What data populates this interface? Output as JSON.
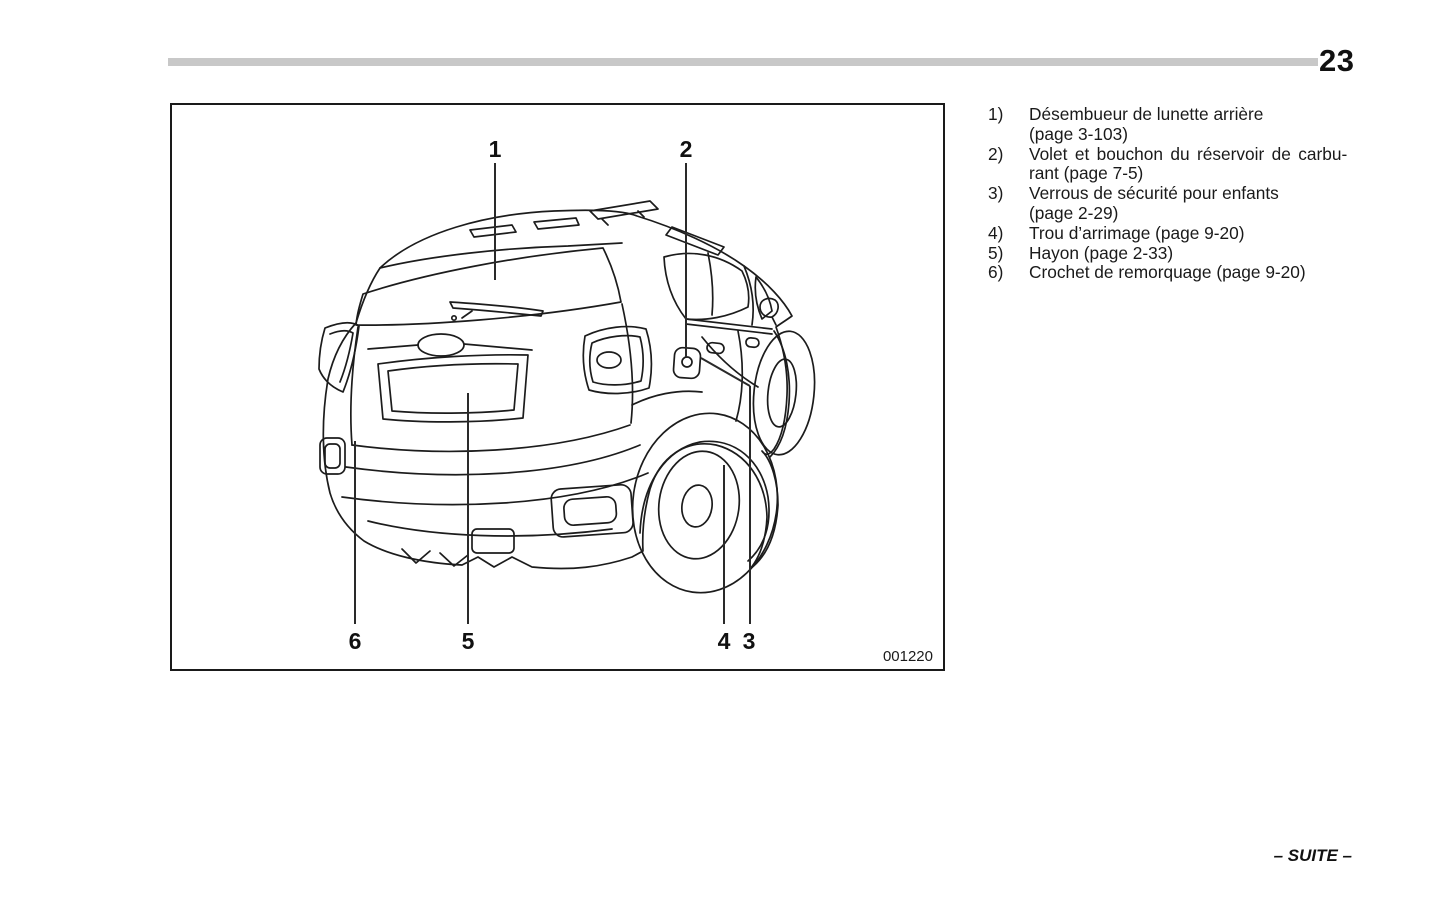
{
  "page": {
    "number": "23",
    "footer_label": "– SUITE –"
  },
  "figure": {
    "code": "001220",
    "callouts": [
      "1",
      "2",
      "3",
      "4",
      "5",
      "6"
    ]
  },
  "legend": {
    "items": [
      {
        "num": "1)",
        "line1": "Désembueur de lunette arrière",
        "line2": "(page 3-103)"
      },
      {
        "num": "2)",
        "line1": "Volet et bouchon du réservoir de carbu-",
        "line2": "rant (page 7-5)"
      },
      {
        "num": "3)",
        "line1": "Verrous de sécurité pour enfants",
        "line2": "(page 2-29)"
      },
      {
        "num": "4)",
        "line1": "Trou d’arrimage (page 9-20)"
      },
      {
        "num": "5)",
        "line1": "Hayon (page 2-33)"
      },
      {
        "num": "6)",
        "line1": "Crochet de remorquage (page 9-20)"
      }
    ]
  }
}
